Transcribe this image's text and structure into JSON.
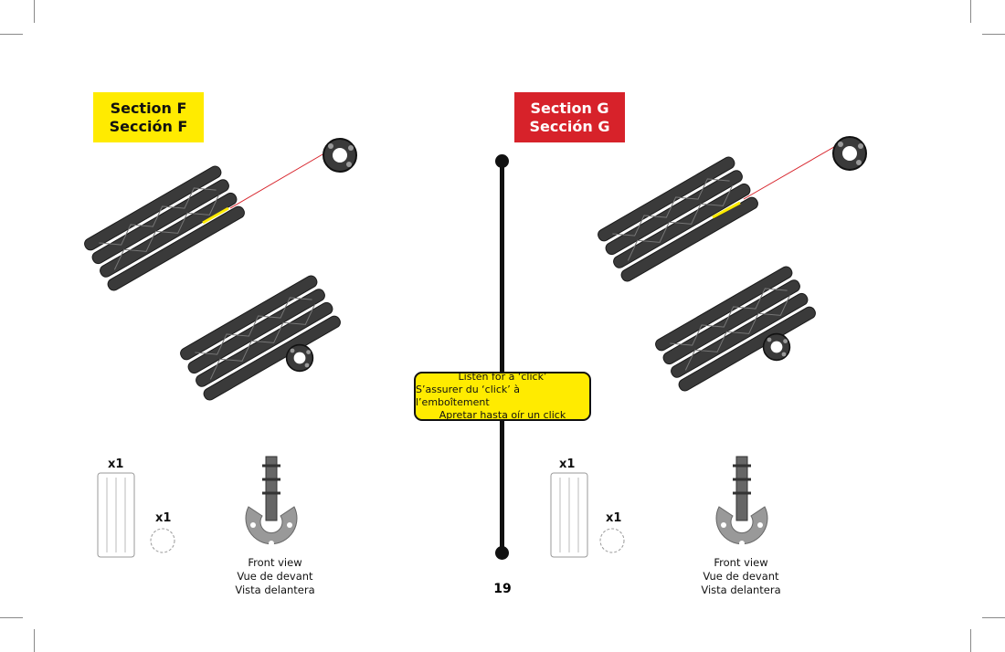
{
  "sections": [
    {
      "title_en": "Section F",
      "title_es": "Sección F",
      "color": "#FFEB00"
    },
    {
      "title_en": "Section G",
      "title_es": "Sección G",
      "color": "#D7222A"
    }
  ],
  "callout": {
    "line1": "Listen for a ‘click’",
    "line2": "S’assurer du ‘click’ à l’emboîtement",
    "line3": "Apretar hasta oír un click"
  },
  "parts": {
    "panel_qty": "x1",
    "connector_qty": "x1"
  },
  "front_view": {
    "en": "Front view",
    "fr": "Vue de devant",
    "es": "Vista delantera"
  },
  "page_number": "19"
}
